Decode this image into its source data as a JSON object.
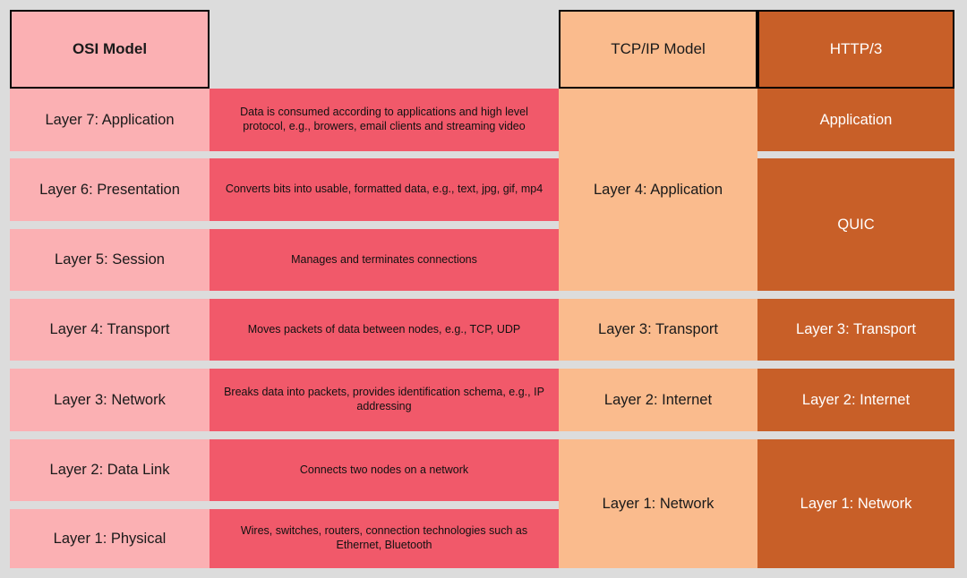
{
  "diagram": {
    "title_row": {
      "osi": "OSI Model",
      "description": "",
      "tcpip": "TCP/IP Model",
      "http3": "HTTP/3"
    },
    "colors": {
      "background": "#dcdcdc",
      "osi_fill": "#fbb0b3",
      "description_fill": "#f1596a",
      "tcpip_fill": "#fabb8d",
      "http3_fill": "#c85f28",
      "border": "#000000",
      "dark_text": "#1a1a1a",
      "light_text": "#ffffff"
    },
    "osi_layers": [
      {
        "label": "Layer 7: Application",
        "description": "Data is consumed according to applications and high level protocol, e.g., browers, email clients and streaming video"
      },
      {
        "label": "Layer 6: Presentation",
        "description": "Converts bits into usable, formatted data, e.g., text, jpg, gif, mp4"
      },
      {
        "label": "Layer 5: Session",
        "description": "Manages and terminates connections"
      },
      {
        "label": "Layer 4: Transport",
        "description": "Moves packets of data between nodes, e.g., TCP, UDP"
      },
      {
        "label": "Layer 3: Network",
        "description": "Breaks data into packets, provides identification schema, e.g., IP addressing"
      },
      {
        "label": "Layer 2: Data Link",
        "description": "Connects two nodes on a network"
      },
      {
        "label": "Layer 1: Physical",
        "description": "Wires, switches, routers, connection technologies such as Ethernet, Bluetooth"
      }
    ],
    "tcpip_layers": [
      {
        "label": "Layer 4: Application",
        "spans_osi_layers": "7-5"
      },
      {
        "label": "Layer 3: Transport",
        "spans_osi_layers": "4"
      },
      {
        "label": "Layer 2: Internet",
        "spans_osi_layers": "3"
      },
      {
        "label": "Layer 1: Network",
        "spans_osi_layers": "2-1"
      }
    ],
    "http3_layers": [
      {
        "label": "Application",
        "spans_osi_layers": "7"
      },
      {
        "label": "QUIC",
        "spans_osi_layers": "6-5"
      },
      {
        "label": "Layer 3: Transport",
        "spans_osi_layers": "4"
      },
      {
        "label": "Layer 2: Internet",
        "spans_osi_layers": "3"
      },
      {
        "label": "Layer 1: Network",
        "spans_osi_layers": "2-1"
      }
    ]
  }
}
